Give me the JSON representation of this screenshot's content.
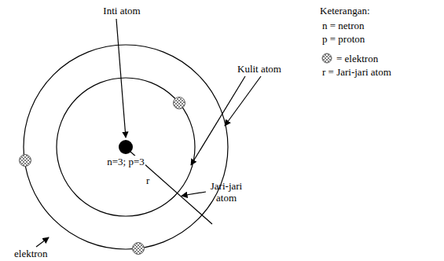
{
  "diagram": {
    "labels": [
      "Inti atom",
      "Kulit atom",
      "n=3; p=3",
      "r",
      "Jari-jari atom",
      "elektron",
      "Keterangan:"
    ],
    "legend": [
      {
        "text": "n = netron"
      },
      {
        "text": "p = proton"
      },
      {
        "text": "= elektron"
      },
      {
        "text": "r = Jari-jari atom"
      }
    ]
  }
}
